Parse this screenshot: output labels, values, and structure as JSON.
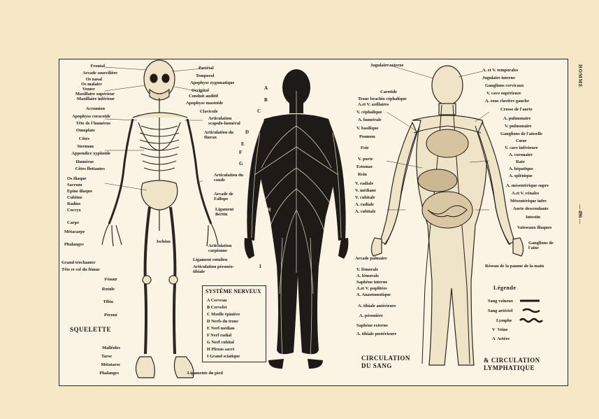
{
  "side": {
    "header": "HOMME",
    "page_number": "— 496 —"
  },
  "skeleton": {
    "title": "SQUELETTE",
    "labels_left": [
      "Frontal",
      "Arcade sourcilière",
      "Os nasal",
      "Os malaire",
      "Vomer",
      "Maxillaire supérieur",
      "Maxillaire inférieur",
      "Acromion",
      "Apophyse coracoïde",
      "Tête de l'humérus",
      "Omoplate",
      "Côtes",
      "Sternum",
      "Appendice xyphoïde",
      "Humérus",
      "Côtes flottantes",
      "Os iliaque",
      "Sacrum",
      "Epine iliaque",
      "Cubitus",
      "Radius",
      "Coccyx",
      "Carpe",
      "Métacarpe",
      "Phalanges",
      "Grand trochanter",
      "Tête et col du fémur",
      "Fémur",
      "Rotule",
      "Tibia",
      "Péroné",
      "Malléoles",
      "Tarse",
      "Métatarse",
      "Phalanges"
    ],
    "labels_right": [
      "Pariétal",
      "Temporal",
      "Apophyse zygomatique",
      "Occipital",
      "Conduit auditif",
      "Apophyse mastoïde",
      "Clavicule",
      "Articulation scapulo-huméral",
      "Articulation du thorax",
      "Articulation du coude",
      "Arcade de Fallope",
      "Ligament Bertin",
      "Articulation carpienne",
      "Ligament rotulien",
      "Articulation péronéo-tibiale",
      "Ischion",
      "Ligaments du pied"
    ]
  },
  "nervous": {
    "letters_left": [
      "A",
      "B",
      "C",
      "D",
      "E",
      "F",
      "G",
      "H",
      "I"
    ],
    "legend_title": "SYSTÈME NERVEUX",
    "legend": [
      "A Cerveau",
      "B Cervelet",
      "C Moelle épinière",
      "D Nerfs du tronc",
      "E Nerf médian",
      "F Nerf radial",
      "G Nerf cubital",
      "H Plexus sacré",
      "I Grand sciatique"
    ]
  },
  "circulation": {
    "title_left": "CIRCULATION\nDU SANG",
    "title_right": "& CIRCULATION\nLYMPHATIQUE",
    "labels_left": [
      "Jugulaire externe",
      "Carotide",
      "Tronc brachio céphalique",
      "A.et V. axillaires",
      "V. céphalique",
      "A. humérale",
      "V. basilique",
      "Poumon",
      "Foie",
      "V. porte",
      "Estomac",
      "Rein",
      "V. radiale",
      "V. médiane",
      "V. cubitale",
      "A. radiale",
      "A. cubitale",
      "Arcade palmaire",
      "V. fémorale",
      "A. fémorale",
      "Saphène interne",
      "A.et V. poplitées",
      "A. Anastomotique",
      "A. tibiale antérieure",
      "A. péronière",
      "Saphène externe",
      "A. tibiale postérieure"
    ],
    "labels_right": [
      "A. et V. temporales",
      "Jugulaire interne",
      "Ganglions cervicaux",
      "V. cave supérieure",
      "A. sous clavière gauche",
      "Crosse de l'aorte",
      "A. pulmonaire",
      "V. pulmonaire",
      "Ganglions de l'aisselle",
      "Cœur",
      "V. cave inférieure",
      "A. coronaire",
      "Rate",
      "A. hépatique",
      "A. splénique",
      "A. mésentérique supre",
      "A.et V. rénales",
      "Mésentérique infre",
      "Aorte descendante",
      "Intestin",
      "Vaisseaux iliaques",
      "Ganglions de l'aine",
      "Réseau de la paume de la main"
    ],
    "legend_title": "Légende",
    "legend": [
      "Sang veineux",
      "Sang artériel",
      "Lymphe",
      "V  Veine",
      "A  Artère"
    ]
  },
  "colors": {
    "paper": "#f6e7c6",
    "plate": "#fbf4e4",
    "ink": "#1b1714",
    "figure": "#1e1a17"
  }
}
